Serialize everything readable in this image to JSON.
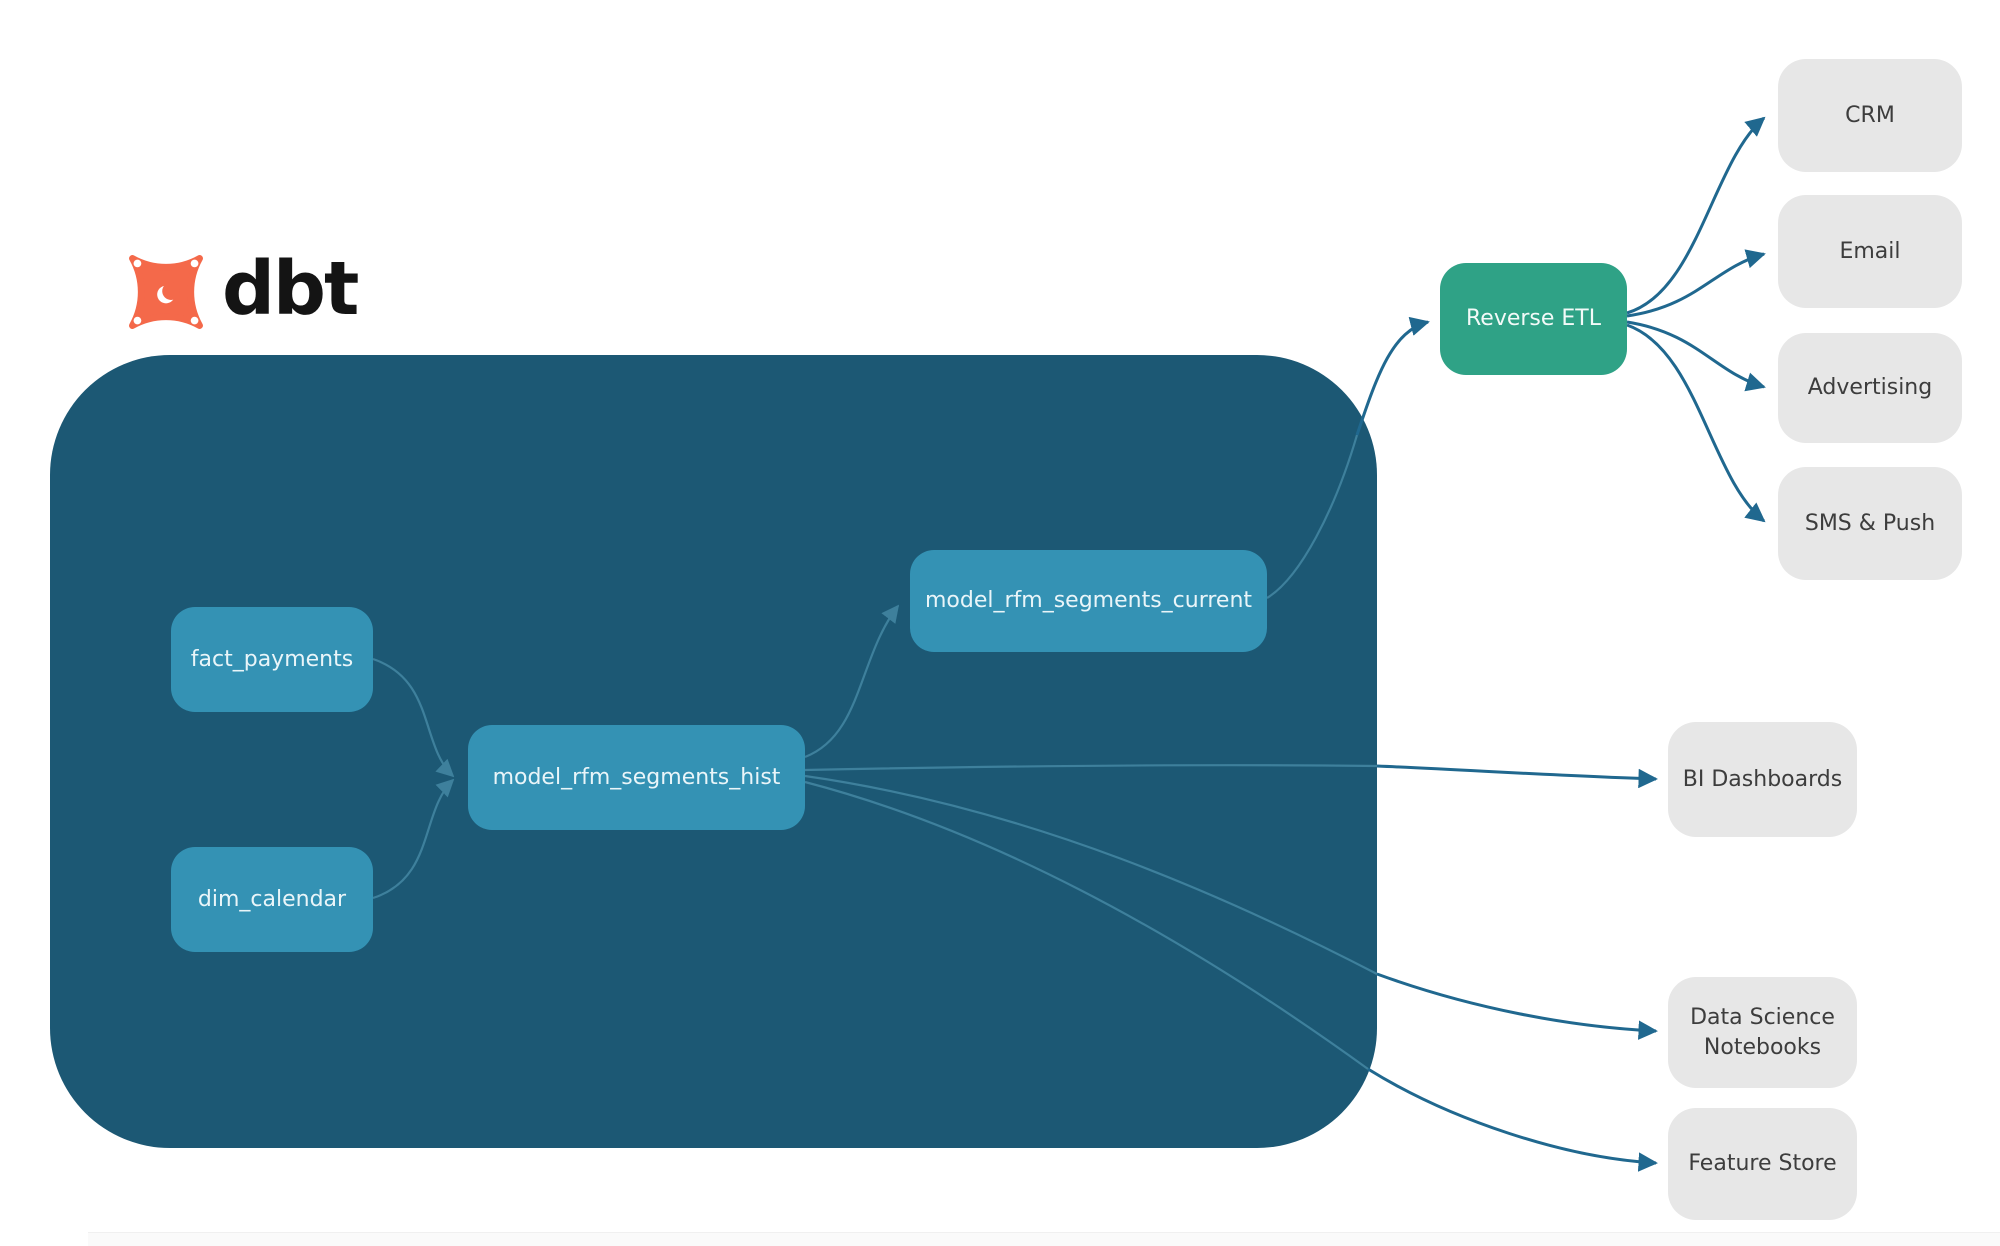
{
  "logo": {
    "text": "dbt"
  },
  "nodes": {
    "fact_payments": {
      "label": "fact_payments"
    },
    "dim_calendar": {
      "label": "dim_calendar"
    },
    "model_rfm_segments_hist": {
      "label": "model_rfm_segments_hist"
    },
    "model_rfm_segments_current": {
      "label": "model_rfm_segments_current"
    },
    "reverse_etl": {
      "label": "Reverse ETL"
    },
    "crm": {
      "label": "CRM"
    },
    "email": {
      "label": "Email"
    },
    "advertising": {
      "label": "Advertising"
    },
    "sms_push": {
      "label": "SMS & Push"
    },
    "bi_dashboards": {
      "label": "BI Dashboards"
    },
    "data_science_notebooks": {
      "label": "Data Science Notebooks"
    },
    "feature_store": {
      "label": "Feature Store"
    }
  },
  "edges": [
    {
      "from": "fact_payments",
      "to": "model_rfm_segments_hist"
    },
    {
      "from": "dim_calendar",
      "to": "model_rfm_segments_hist"
    },
    {
      "from": "model_rfm_segments_hist",
      "to": "model_rfm_segments_current"
    },
    {
      "from": "model_rfm_segments_hist",
      "to": "bi_dashboards"
    },
    {
      "from": "model_rfm_segments_hist",
      "to": "data_science_notebooks"
    },
    {
      "from": "model_rfm_segments_hist",
      "to": "feature_store"
    },
    {
      "from": "model_rfm_segments_current",
      "to": "reverse_etl"
    },
    {
      "from": "reverse_etl",
      "to": "crm"
    },
    {
      "from": "reverse_etl",
      "to": "email"
    },
    {
      "from": "reverse_etl",
      "to": "advertising"
    },
    {
      "from": "reverse_etl",
      "to": "sms_push"
    }
  ],
  "colors": {
    "container": "#1c5874",
    "model_node": "#3492b4",
    "reverse_etl_node": "#2fa286",
    "destination_node": "#e7e7e7",
    "edge_outside": "#20688f",
    "edge_inside": "#3e809c",
    "logo_orange": "#f4694a",
    "logo_text": "#141414"
  }
}
